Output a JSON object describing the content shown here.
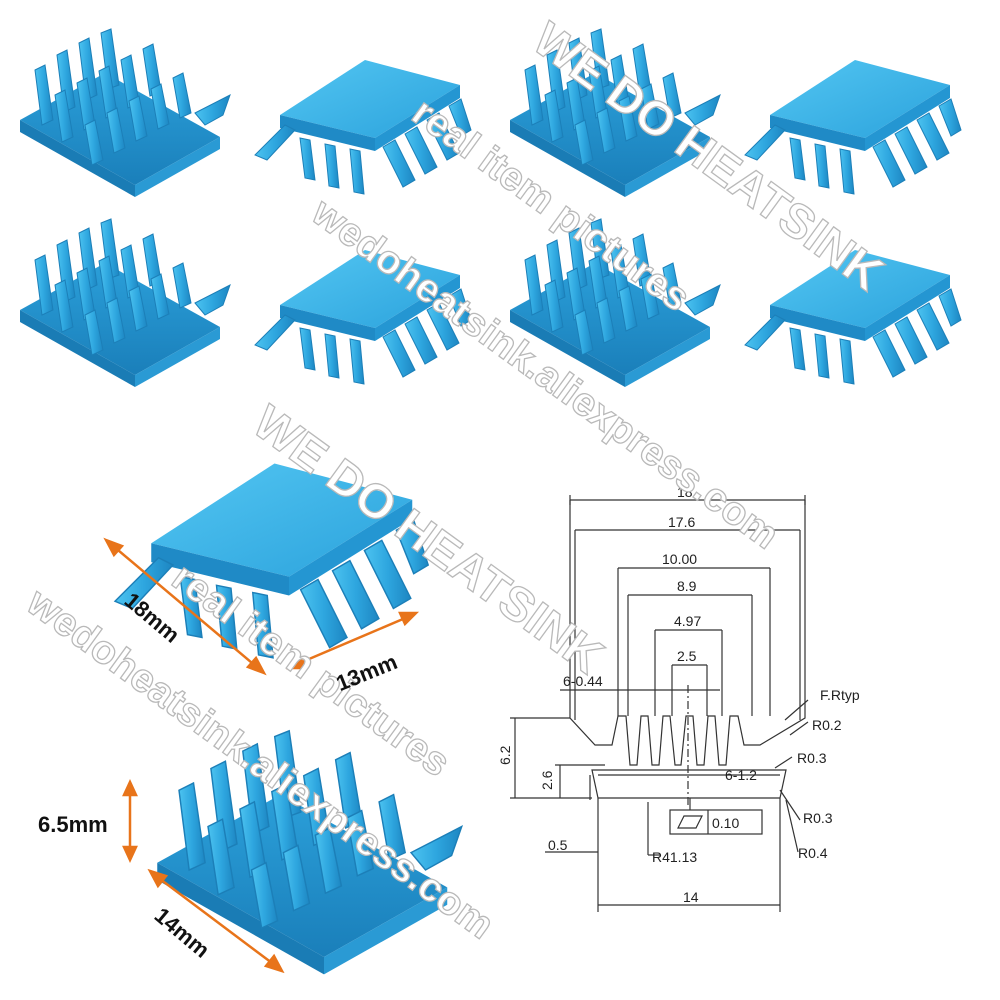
{
  "watermarks": {
    "brand_top": "WE DO HEATSINK",
    "real_top": "real item pictures",
    "url_mid": "wedoheatsink.aliexpress.com",
    "brand_mid": "WE DO HEATSINK",
    "real_mid": "real item pictures",
    "url_bottom": "wedoheatsink.aliexpress.com"
  },
  "product_dimensions": {
    "length": "18mm",
    "width": "13mm",
    "height": "6.5mm",
    "base_length": "14mm"
  },
  "drawing": {
    "dims": {
      "d18": "18",
      "d17_6": "17.6",
      "d10": "10.00",
      "d8_9": "8.9",
      "d4_97": "4.97",
      "d2_5": "2.5",
      "fin_thickness": "6-0.44",
      "fillet_typ": "F.Rtyp",
      "r02": "R0.2",
      "r03a": "R0.3",
      "fin_gap": "6-1.2",
      "r03b": "R0.3",
      "r04": "R0.4",
      "h6_2": "6.2",
      "h2_6": "2.6",
      "flatness": "0.10",
      "base_0_5": "0.5",
      "radius": "R41.13",
      "d14": "14"
    }
  },
  "colors": {
    "heatsink": "#2fa8e0",
    "arrow": "#e8741a",
    "watermark_outline": "#b9b9b9"
  }
}
